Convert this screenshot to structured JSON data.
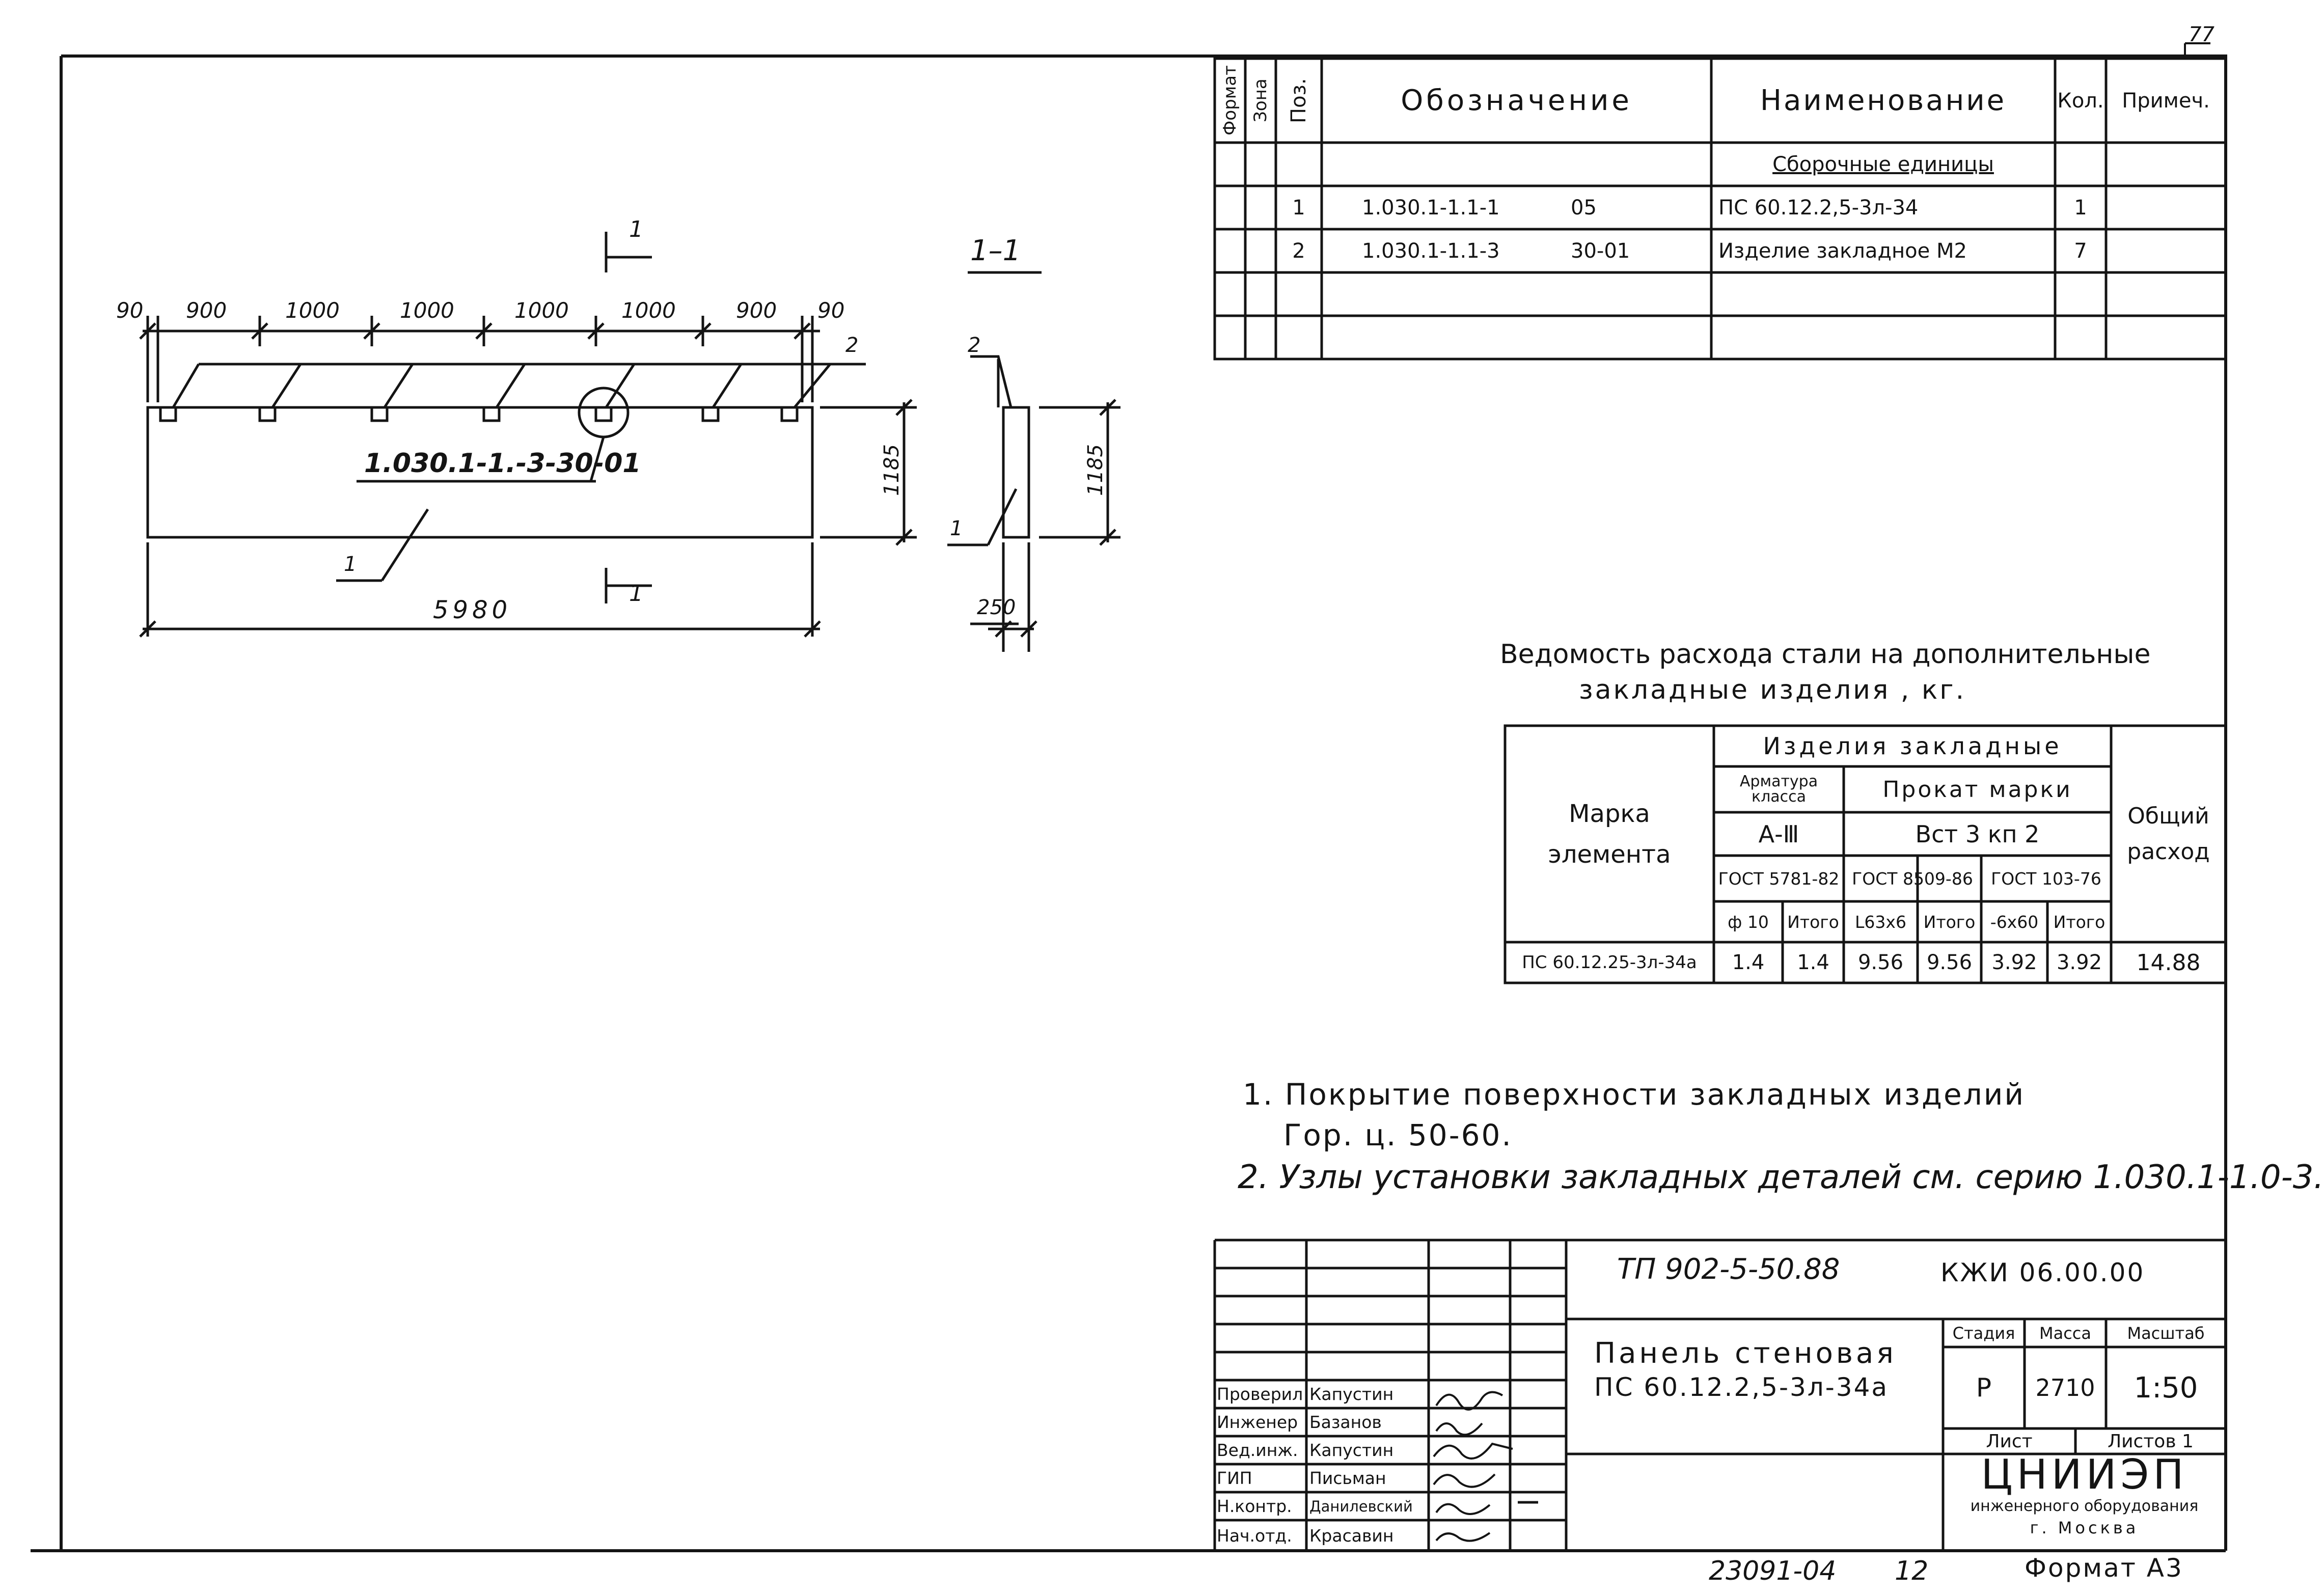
{
  "page_number": "77",
  "drawing": {
    "dimensions_top": [
      "90",
      "900",
      "1000",
      "1000",
      "1000",
      "1000",
      "900",
      "90"
    ],
    "total_length": "5980",
    "height": "1185",
    "thickness": "250",
    "section_mark": "1",
    "section_title": "1–1",
    "leader_pos_1": "1",
    "leader_pos_2": "2",
    "embedded_mark": "1.030.1-1.-3-30-01"
  },
  "spec_table": {
    "headers": {
      "format": "Формат",
      "zone": "Зона",
      "pos": "Поз.",
      "designation": "Обозначение",
      "name": "Наименование",
      "qty": "Кол.",
      "note": "Примеч."
    },
    "section_label": "Сборочные единицы",
    "rows": [
      {
        "pos": "1",
        "designation": "1.030.1-1.1-1",
        "variant": "05",
        "name": "ПС 60.12.2,5-3л-34",
        "qty": "1"
      },
      {
        "pos": "2",
        "designation": "1.030.1-1.1-3",
        "variant": "30-01",
        "name": "Изделие закладное М2",
        "qty": "7"
      }
    ]
  },
  "steel_table": {
    "title_line1": "Ведомость расхода стали на дополнительные",
    "title_line2": "закладные изделия , кг.",
    "mark_header": "Марка элемента",
    "group_header": "Изделия закладные",
    "armature_header": "Арматура класса",
    "rolled_header": "Прокат марки",
    "total_header": "Общий расход",
    "armature_class": "А-Ⅲ",
    "rolled_grade": "Вст 3 кп 2",
    "gosts": [
      "ГОСТ 5781-82",
      "ГОСТ 8509-86",
      "ГОСТ 103-76"
    ],
    "subheaders": [
      "ф 10",
      "Итого",
      "L63х6",
      "Итого",
      "-6х60",
      "Итого"
    ],
    "row": {
      "mark": "ПС 60.12.25-3л-34а",
      "values": [
        "1.4",
        "1.4",
        "9.56",
        "9.56",
        "3.92",
        "3.92"
      ],
      "total": "14.88"
    }
  },
  "notes": [
    "1. Покрытие поверхности закладных изделий",
    "Гор. ц. 50-60.",
    "2. Узлы установки закладных деталей см. серию 1.030.1-1.0-3."
  ],
  "title_block": {
    "project_code": "ТП 902-5-50.88",
    "doc_code": "КЖИ 06.00.00",
    "title_line1": "Панель стеновая",
    "title_line2": "ПС 60.12.2,5-3л-34а",
    "stage_label": "Стадия",
    "mass_label": "Масса",
    "scale_label": "Масштаб",
    "stage": "Р",
    "mass": "2710",
    "scale": "1:50",
    "sheet_label": "Лист",
    "sheets_label": "Листов 1",
    "org_name": "ЦНИИЭП",
    "org_line2": "инженерного оборудования",
    "org_line3": "г. Москва",
    "signatures": [
      {
        "role": "Проверил",
        "name": "Капустин"
      },
      {
        "role": "Инженер",
        "name": "Базанов"
      },
      {
        "role": "Вед.инж.",
        "name": "Капустин"
      },
      {
        "role": "ГИП",
        "name": "Письман"
      },
      {
        "role": "Н.контр.",
        "name": "Данилевский"
      },
      {
        "role": "Нач.отд.",
        "name": "Красавин"
      }
    ]
  },
  "footer": {
    "archive_no": "23091-04",
    "sheet_no": "12",
    "format": "Формат А3"
  }
}
